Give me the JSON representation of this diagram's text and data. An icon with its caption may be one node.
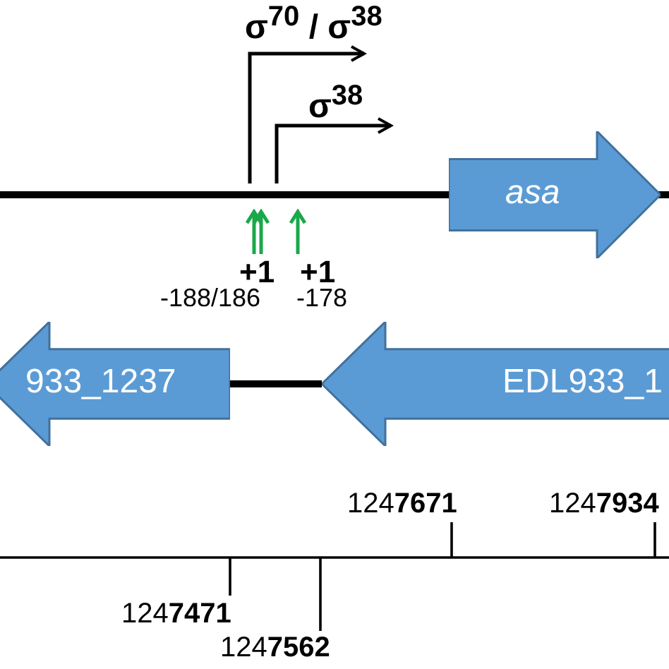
{
  "diagram": {
    "nodes": [
      {
        "text": [
          "asa"
        ]
      },
      {
        "text": [
          "933_1237"
        ]
      },
      {
        "text": [
          "EDL933_1"
        ]
      }
    ],
    "edges": [
      {
        "from": 1,
        "to": 2,
        "arrow": "none"
      }
    ],
    "labels": [
      "σ$^{70}$ / σ$^{38}$",
      "σ$^{38}$",
      "+1",
      "-188/186",
      "+1",
      "-178",
      "124**7671**",
      "124**7934**",
      "124**7471**",
      "124**7562**"
    ]
  }
}
